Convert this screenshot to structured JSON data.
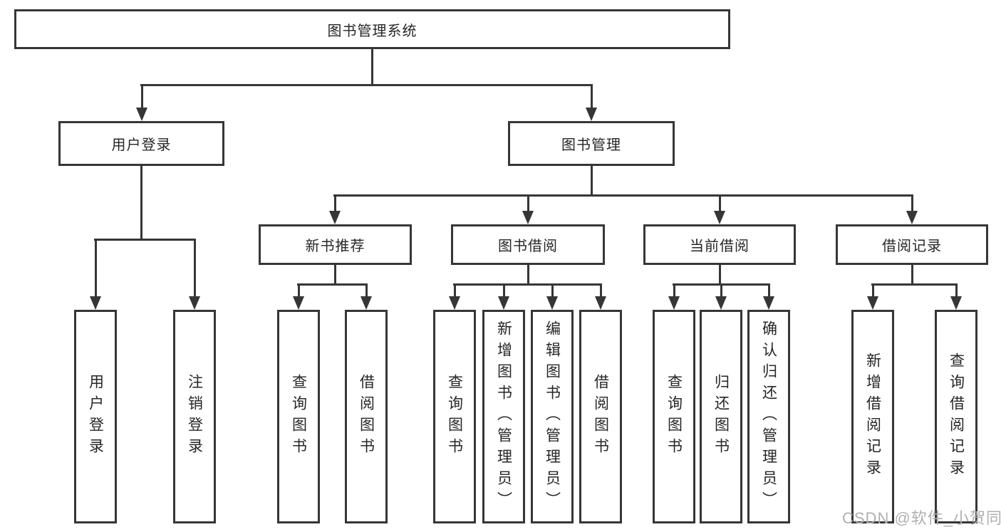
{
  "diagram": {
    "root": {
      "label": "图书管理系统"
    },
    "level2": [
      {
        "label": "用户登录"
      },
      {
        "label": "图书管理"
      }
    ],
    "level3": [
      {
        "label": "新书推荐"
      },
      {
        "label": "图书借阅"
      },
      {
        "label": "当前借阅"
      },
      {
        "label": "借阅记录"
      }
    ],
    "branches": {
      "user_login": {
        "children": [
          "用户登录",
          "注销登录"
        ]
      },
      "new_books": {
        "children": [
          "查询图书",
          "借阅图书"
        ]
      },
      "borrowing": {
        "children": [
          "查询图书",
          "新增图书（管理员）",
          "编辑图书（管理员）",
          "借阅图书"
        ]
      },
      "current": {
        "children": [
          "查询图书",
          "归还图书",
          "确认归还（管理员）"
        ]
      },
      "records": {
        "children": [
          "新增借阅记录",
          "查询借阅记录"
        ]
      }
    },
    "watermark": {
      "text": "CSDN @软件_小贺同学"
    },
    "colors": {
      "line": "#363636",
      "node_border": "#363636",
      "text": "#262626",
      "watermark": "#b0b0b0",
      "background": "#ffffff"
    }
  }
}
